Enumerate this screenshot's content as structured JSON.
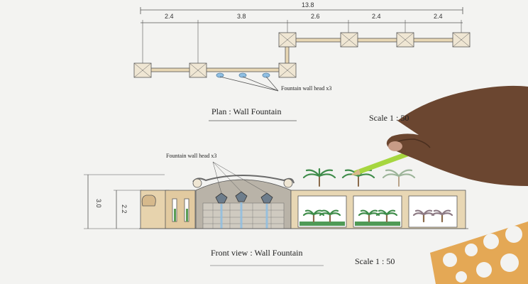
{
  "drawing": {
    "overall_dimension": "13.8",
    "segment_dimensions": [
      "2.4",
      "3.8",
      "2.6",
      "2.4",
      "2.4"
    ],
    "plan_note": "Fountain wall head x3",
    "plan_title": "Plan : Wall Fountain",
    "plan_scale": "Scale  1 : 50",
    "front_note": "Fountain wall head x3",
    "height_outer": "3.0",
    "height_inner": "2.2",
    "front_title": "Front view : Wall Fountain",
    "front_scale": "Scale  1 : 50"
  },
  "colors": {
    "paper": "#f3f3f1",
    "line": "#555555",
    "wood": "#d8c19a",
    "stone": "#b9b3a8",
    "water": "#8fbfe3",
    "palm": "#3f8c4a",
    "skin": "#6b4630",
    "pencil": "#a6d63f",
    "stencil": "#e19a3a"
  }
}
